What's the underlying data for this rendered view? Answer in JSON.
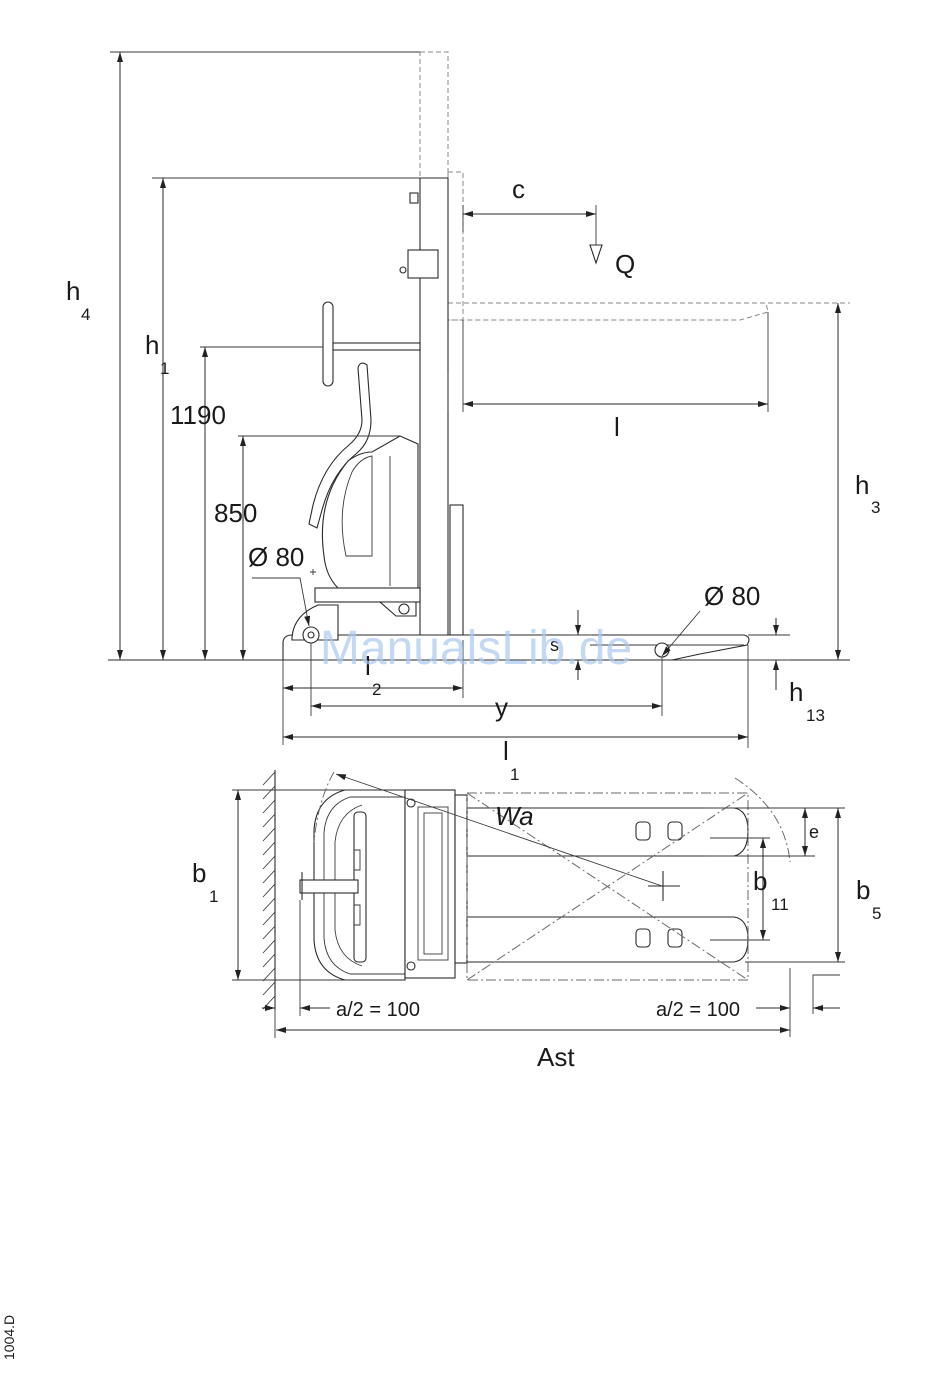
{
  "side_view": {
    "h4": {
      "main": "h",
      "sub": "4"
    },
    "h1": {
      "main": "h",
      "sub": "1"
    },
    "dim_1190": "1190",
    "dim_850": "850",
    "dia_left": "Ø 80",
    "c": "c",
    "Q": "Q",
    "l": "l",
    "h3": {
      "main": "h",
      "sub": "3"
    },
    "dia_right": "Ø 80",
    "s": "s",
    "l2": {
      "main": "l",
      "sub": "2"
    },
    "y": "y",
    "h13": {
      "main": "h",
      "sub": "13"
    },
    "l1": {
      "main": "l",
      "sub": "1"
    }
  },
  "plan_view": {
    "b1": {
      "main": "b",
      "sub": "1"
    },
    "Wa": "Wa",
    "e": "e",
    "b11": {
      "main": "b",
      "sub": "11"
    },
    "b5": {
      "main": "b",
      "sub": "5"
    },
    "a_left": "a/2 = 100",
    "a_right": "a/2 = 100",
    "Ast": "Ast"
  },
  "figure_code": "1004.D",
  "watermark": "ManualsLib.de"
}
